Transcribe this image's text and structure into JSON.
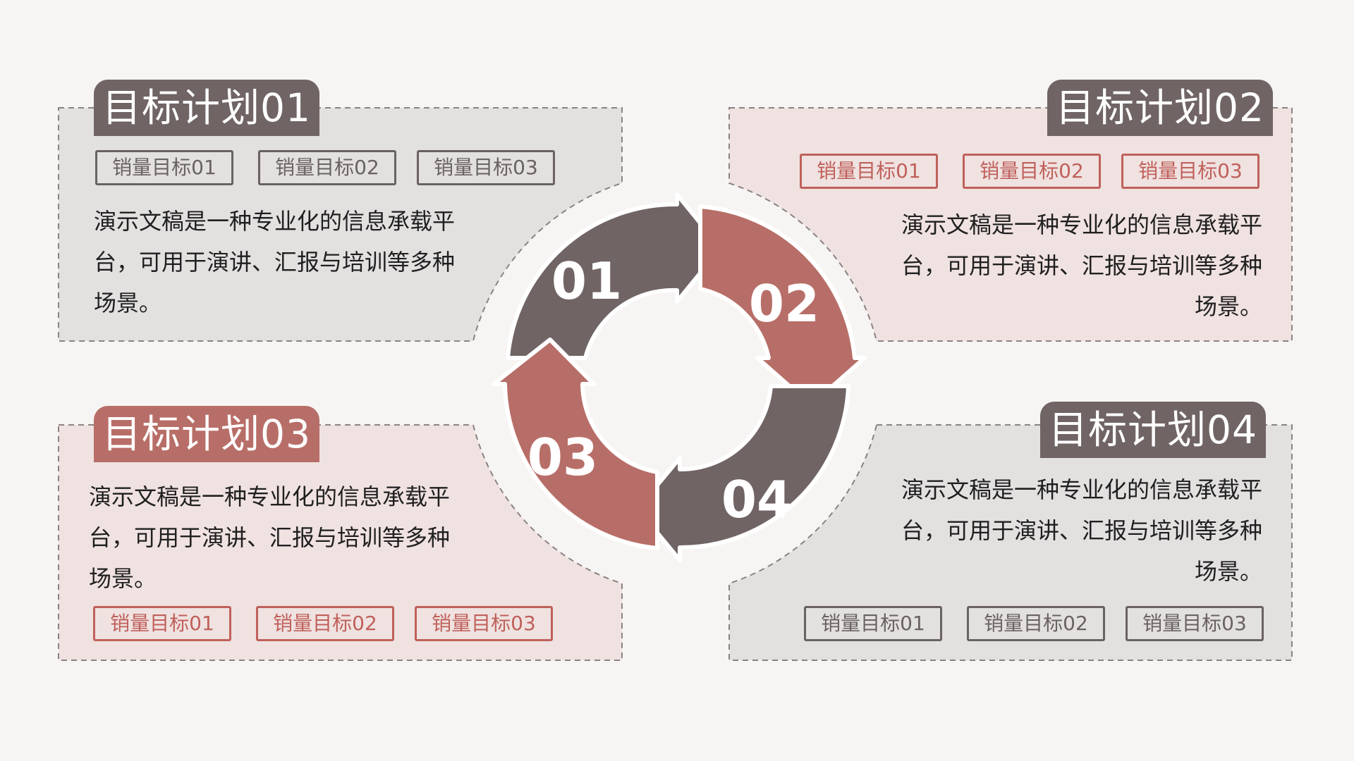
{
  "colors": {
    "gray": "#706464",
    "red": "#b86e68",
    "panel_gray": "#e3e0e0",
    "panel_red": "#efe2e0",
    "background": "#f7f5f3"
  },
  "center_cycle": {
    "steps": [
      "01",
      "02",
      "03",
      "04"
    ]
  },
  "panels": [
    {
      "title": "目标计划01",
      "lines": [
        "演示文稿是一种专业化的信息承载平",
        "台，可用于演讲、汇报与培训等多种",
        "场景。"
      ],
      "tags": [
        "销量目标01",
        "销量目标02",
        "销量目标03"
      ]
    },
    {
      "title": "目标计划02",
      "lines": [
        "演示文稿是一种专业化的信息承载平",
        "台，可用于演讲、汇报与培训等多种",
        "场景。"
      ],
      "tags": [
        "销量目标01",
        "销量目标02",
        "销量目标03"
      ]
    },
    {
      "title": "目标计划03",
      "lines": [
        "演示文稿是一种专业化的信息承载平",
        "台，可用于演讲、汇报与培训等多种",
        "场景。"
      ],
      "tags": [
        "销量目标01",
        "销量目标02",
        "销量目标03"
      ]
    },
    {
      "title": "目标计划04",
      "lines": [
        "演示文稿是一种专业化的信息承载平",
        "台，可用于演讲、汇报与培训等多种",
        "场景。"
      ],
      "tags": [
        "销量目标01",
        "销量目标02",
        "销量目标03"
      ]
    }
  ]
}
